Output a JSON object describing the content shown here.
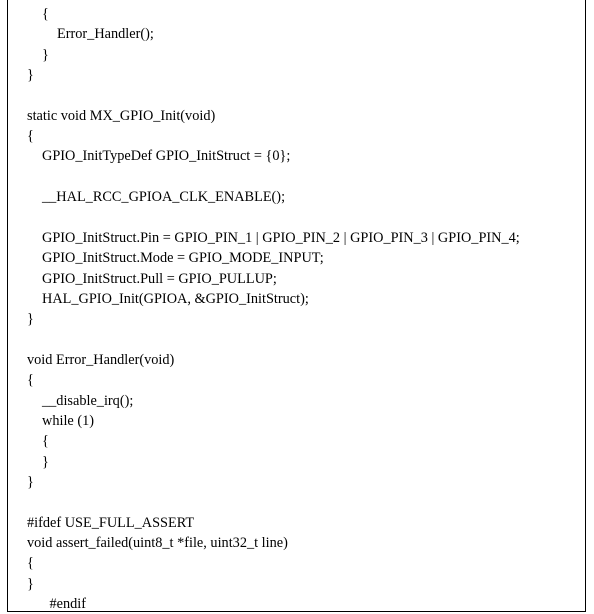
{
  "document": {
    "lines": [
      {
        "text": "{",
        "indent": 1
      },
      {
        "text": "Error_Handler();",
        "indent": 2
      },
      {
        "text": "}",
        "indent": 1
      },
      {
        "text": "}",
        "indent": 0
      },
      {
        "text": "",
        "indent": 0
      },
      {
        "text": "static void MX_GPIO_Init(void)",
        "indent": 0
      },
      {
        "text": "{",
        "indent": 0
      },
      {
        "text": "GPIO_InitTypeDef GPIO_InitStruct = {0};",
        "indent": 1
      },
      {
        "text": "",
        "indent": 0
      },
      {
        "text": "__HAL_RCC_GPIOA_CLK_ENABLE();",
        "indent": 1
      },
      {
        "text": "",
        "indent": 0
      },
      {
        "text": "GPIO_InitStruct.Pin = GPIO_PIN_1 | GPIO_PIN_2 | GPIO_PIN_3 | GPIO_PIN_4;",
        "indent": 1
      },
      {
        "text": "GPIO_InitStruct.Mode = GPIO_MODE_INPUT;",
        "indent": 1
      },
      {
        "text": "GPIO_InitStruct.Pull = GPIO_PULLUP;",
        "indent": 1
      },
      {
        "text": "HAL_GPIO_Init(GPIOA, &GPIO_InitStruct);",
        "indent": 1
      },
      {
        "text": "}",
        "indent": 0
      },
      {
        "text": "",
        "indent": 0
      },
      {
        "text": "void Error_Handler(void)",
        "indent": 0
      },
      {
        "text": "{",
        "indent": 0
      },
      {
        "text": "__disable_irq();",
        "indent": 1
      },
      {
        "text": "while (1)",
        "indent": 1
      },
      {
        "text": "{",
        "indent": 1
      },
      {
        "text": "}",
        "indent": 1
      },
      {
        "text": "}",
        "indent": 0
      },
      {
        "text": "",
        "indent": 0
      },
      {
        "text": "#ifdef USE_FULL_ASSERT",
        "indent": 0
      },
      {
        "text": "void assert_failed(uint8_t *file, uint32_t line)",
        "indent": 0
      },
      {
        "text": "{",
        "indent": 0
      },
      {
        "text": "}",
        "indent": 0
      },
      {
        "text": "#endif",
        "indent": 1.5
      }
    ]
  }
}
